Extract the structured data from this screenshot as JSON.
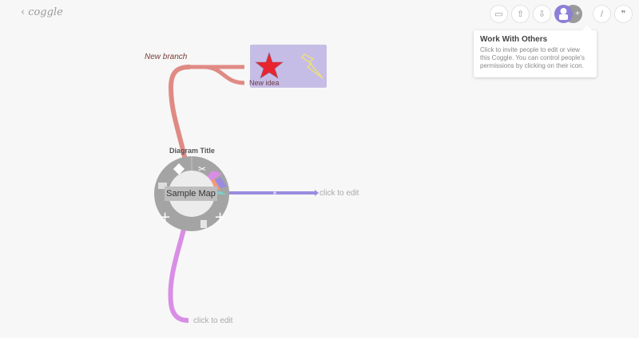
{
  "header": {
    "back_label": "‹",
    "logo_text": "coggle"
  },
  "toolbar": {
    "buttons": [
      {
        "name": "present",
        "icon": "presentation-icon",
        "glyph": "▭"
      },
      {
        "name": "share-upload",
        "icon": "upload-icon",
        "glyph": "⇧"
      },
      {
        "name": "download",
        "icon": "download-icon",
        "glyph": "⇩"
      },
      {
        "name": "collaborators",
        "icon": "avatar-icon"
      },
      {
        "name": "draw",
        "icon": "pen-icon",
        "glyph": "/"
      },
      {
        "name": "comments",
        "icon": "quote-icon",
        "glyph": "❞"
      }
    ],
    "add_glyph": "+"
  },
  "tooltip": {
    "title": "Work With Others",
    "body": "Click to invite people to edit or view this Coggle. You can control people's permissions by clicking on their icon."
  },
  "map": {
    "diagram_title": "Diagram Title",
    "root": "Sample Map",
    "branches": [
      {
        "label": "New branch",
        "color": "#e08a84"
      },
      {
        "label": "New idea",
        "color": "#e08a84"
      },
      {
        "label": "click to edit",
        "color": "#9b8be0"
      },
      {
        "label": "click to edit",
        "color": "#d98ee6"
      }
    ],
    "image_node_bg": "#c6bde6"
  },
  "colors": {
    "background": "#f7f7f7",
    "accent": "#8b7fd6"
  }
}
